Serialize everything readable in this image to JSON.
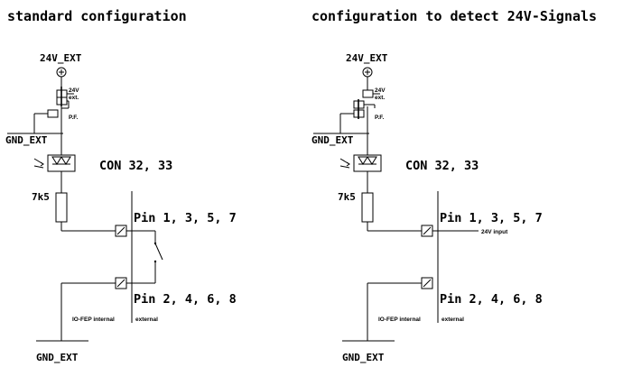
{
  "diagrams": [
    {
      "title": "standard configuration",
      "supply_label": "24V_EXT",
      "jumper_label_24v": "24V",
      "jumper_label_ext": "ext.",
      "jumper_label_pf": "P.F.",
      "gnd_top_label": "GND_EXT",
      "connector_label": "CON 32, 33",
      "resistor_label": "7k5",
      "pin_top_label": "Pin 1, 3, 5, 7",
      "pin_bottom_label": "Pin 2, 4, 6, 8",
      "internal_label": "IO-FEP internal",
      "external_label": "external",
      "gnd_bottom_label": "GND_EXT"
    },
    {
      "title": "configuration to detect 24V-Signals",
      "supply_label": "24V_EXT",
      "jumper_label_24v": "24V",
      "jumper_label_ext": "ext.",
      "jumper_label_pf": "P.F.",
      "gnd_top_label": "GND_EXT",
      "connector_label": "CON 32, 33",
      "resistor_label": "7k5",
      "pin_top_label": "Pin 1, 3, 5, 7",
      "input_label": "24V input",
      "pin_bottom_label": "Pin 2, 4, 6, 8",
      "internal_label": "IO-FEP internal",
      "external_label": "external",
      "gnd_bottom_label": "GND_EXT"
    }
  ]
}
